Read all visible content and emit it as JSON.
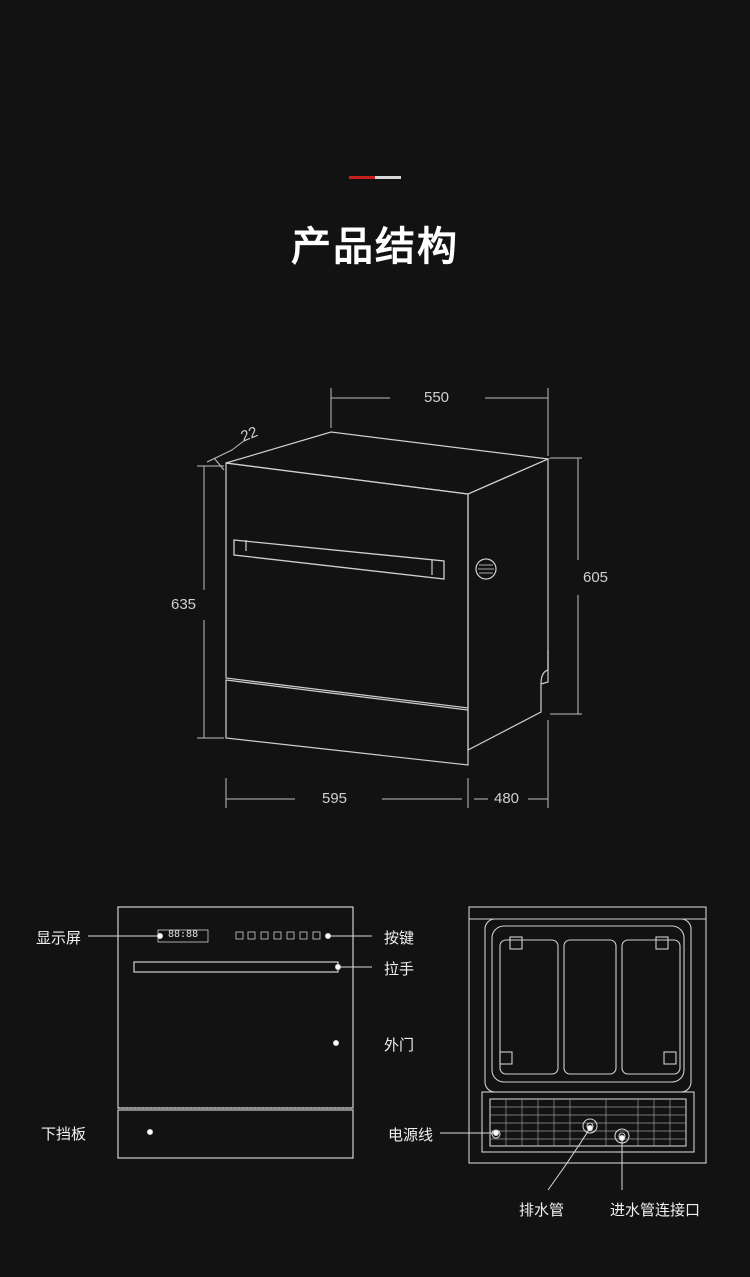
{
  "header": {
    "title": "产品结构"
  },
  "colors": {
    "accent_red": "#c8201c",
    "background": "#121212",
    "line": "#cfcfcf"
  },
  "dimensions": {
    "width": "550",
    "depth_offset": "22",
    "height_side": "605",
    "height_front": "635",
    "front_width": "595",
    "side_depth": "480"
  },
  "front_view": {
    "display": "显示屏",
    "buttons": "按键",
    "handle": "拉手",
    "door": "外门",
    "kick_plate": "下挡板",
    "display_digits": "88:88"
  },
  "back_view": {
    "power_cord": "电源线",
    "drain_hose": "排水管",
    "inlet_connector": "进水管连接口"
  }
}
